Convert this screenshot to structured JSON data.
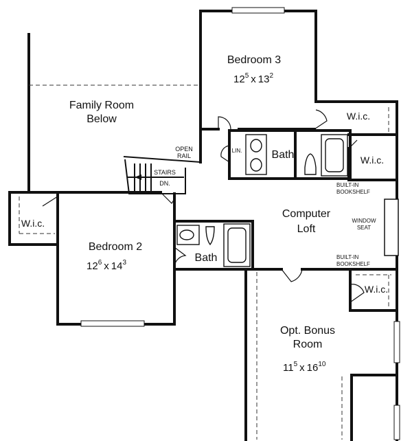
{
  "rooms": {
    "bedroom3": {
      "name": "Bedroom 3",
      "w": "12",
      "w_in": "5",
      "d": "13",
      "d_in": "2",
      "x": "x"
    },
    "bedroom2": {
      "name": "Bedroom 2",
      "w": "12",
      "w_in": "6",
      "d": "14",
      "d_in": "3",
      "x": "x"
    },
    "bonus": {
      "name_line1": "Opt. Bonus",
      "name_line2": "Room",
      "w": "11",
      "w_in": "5",
      "d": "16",
      "d_in": "10",
      "x": "x"
    },
    "family": {
      "line1": "Family Room",
      "line2": "Below"
    },
    "loft": {
      "line1": "Computer",
      "line2": "Loft"
    },
    "bath_upper": "Bath",
    "bath_lower": "Bath",
    "linen": "LIN.",
    "wic": [
      "W.i.c.",
      "W.i.c.",
      "W.i.c.",
      "W.i.c."
    ]
  },
  "notes": {
    "open_rail_1": "OPEN",
    "open_rail_2": "RAIL",
    "stairs": "STAIRS",
    "down": "DN.",
    "bookshelf_top_1": "BUILT-IN",
    "bookshelf_top_2": "BOOKSHELF",
    "window_seat_1": "WINDOW",
    "window_seat_2": "SEAT",
    "bookshelf_bot_1": "BUILT-IN",
    "bookshelf_bot_2": "BOOKSHELF"
  }
}
